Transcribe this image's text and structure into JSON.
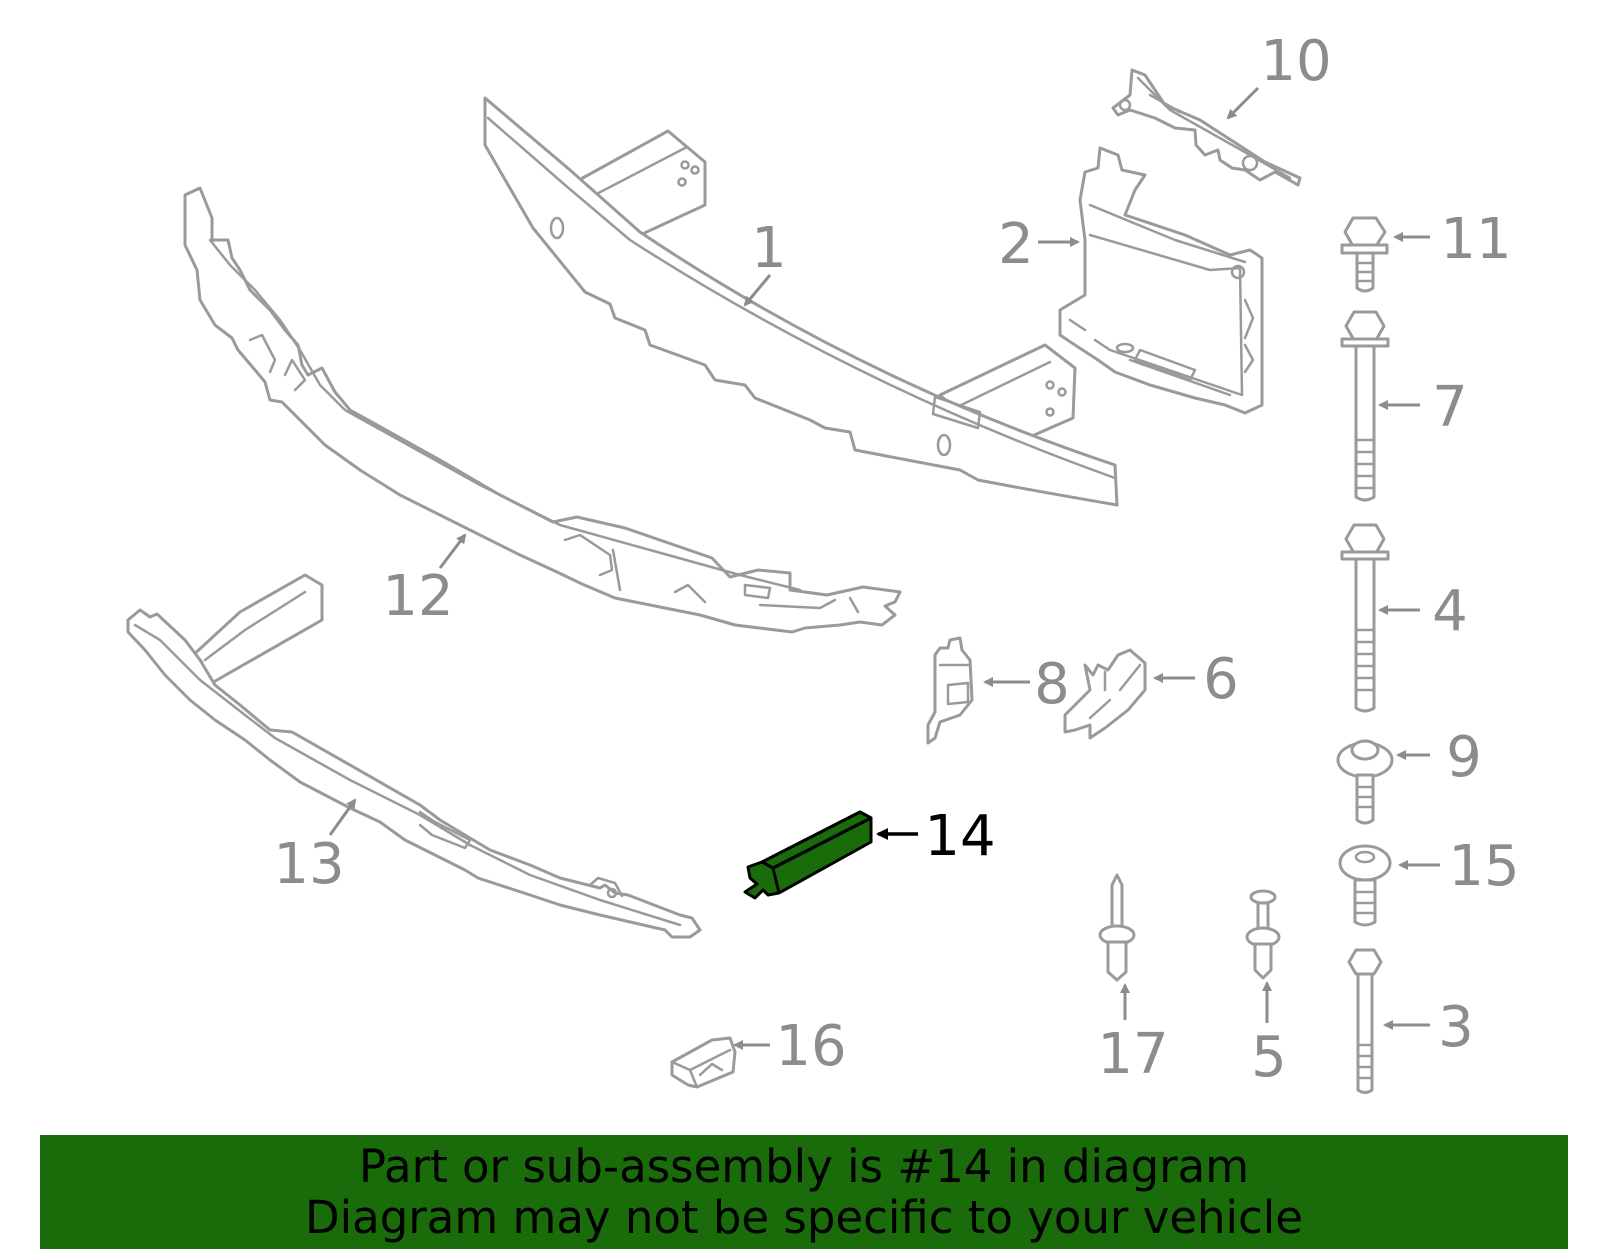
{
  "callouts": {
    "c1": "1",
    "c2": "2",
    "c3": "3",
    "c4": "4",
    "c5": "5",
    "c6": "6",
    "c7": "7",
    "c8": "8",
    "c9": "9",
    "c10": "10",
    "c11": "11",
    "c12": "12",
    "c13": "13",
    "c14": "14",
    "c15": "15",
    "c16": "16",
    "c17": "17"
  },
  "highlight": {
    "part_number": "14",
    "color": "#1a6b0a"
  },
  "banner": {
    "line1": "Part or sub-assembly is #14 in diagram",
    "line2": "Diagram may not be specific to your vehicle",
    "background": "#1a6b0a"
  }
}
